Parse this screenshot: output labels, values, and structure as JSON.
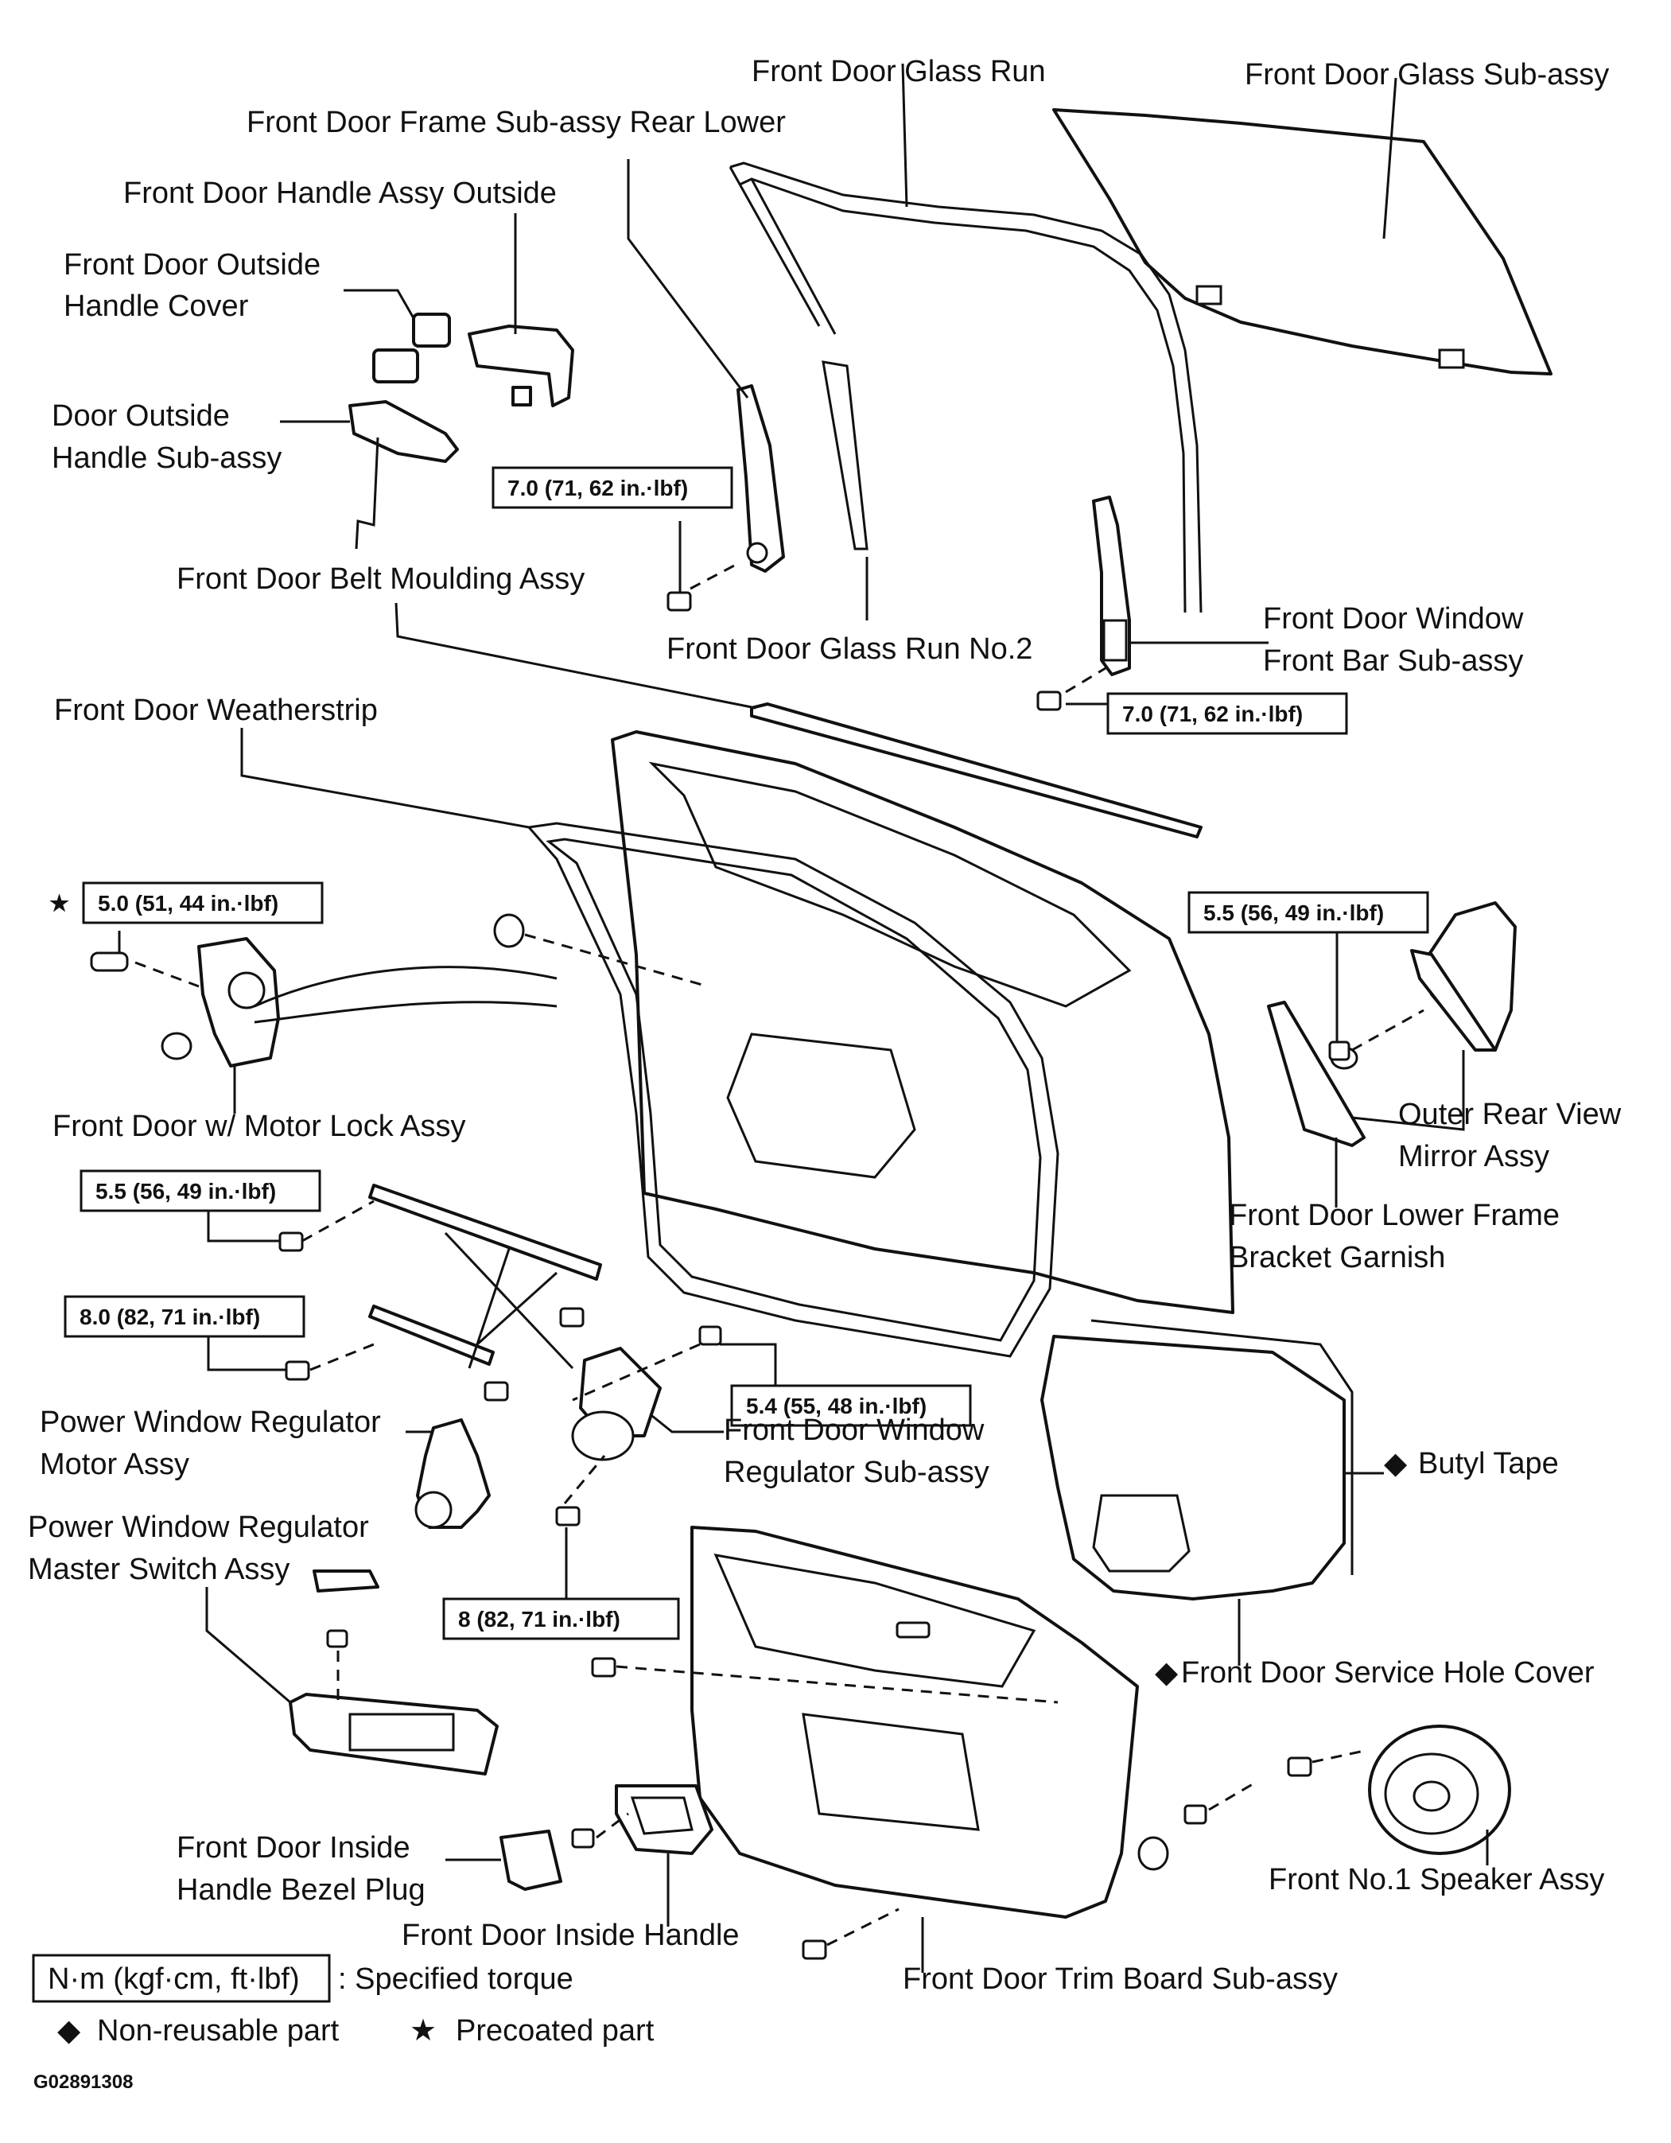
{
  "labels": {
    "front_door_glass_run": "Front Door Glass Run",
    "front_door_glass_sub_assy": "Front Door Glass  Sub-assy",
    "front_door_frame_rear_lower": "Front Door Frame Sub-assy Rear Lower",
    "front_door_handle_assy_outside": "Front Door Handle Assy Outside",
    "outside_handle_cover_1": "Front Door Outside",
    "outside_handle_cover_2": "Handle Cover",
    "door_outside_handle_1": "Door Outside",
    "door_outside_handle_2": "Handle  Sub-assy",
    "belt_moulding": "Front Door Belt Moulding Assy",
    "glass_run_no2": "Front Door Glass Run No.2",
    "window_front_bar_1": "Front Door Window",
    "window_front_bar_2": "Front Bar  Sub-assy",
    "weatherstrip": "Front Door Weatherstrip",
    "motor_lock": "Front Door w/ Motor Lock Assy",
    "mirror_1": "Outer Rear View",
    "mirror_2": "Mirror Assy",
    "lower_frame_garnish_1": "Front Door Lower Frame",
    "lower_frame_garnish_2": "Bracket Garnish",
    "regulator_motor_1": "Power Window Regulator",
    "regulator_motor_2": "Motor Assy",
    "window_regulator_1": "Front Door Window",
    "window_regulator_2": "Regulator  Sub-assy",
    "butyl_tape": "Butyl Tape",
    "master_switch_1": "Power Window Regulator",
    "master_switch_2": "Master Switch Assy",
    "service_hole_cover": "Front Door Service Hole Cover",
    "bezel_plug_1": "Front Door Inside",
    "bezel_plug_2": "Handle Bezel Plug",
    "inside_handle": "Front Door Inside Handle",
    "speaker": "Front No.1 Speaker Assy",
    "trim_board": "Front Door Trim Board Sub-assy"
  },
  "torques": {
    "glass_run_bolt": "7.0 (71, 62 in.·lbf)",
    "front_bar_bolt": "7.0 (71, 62 in.·lbf)",
    "lock_screw": "5.0 (51, 44 in.·lbf)",
    "mirror_nut": "5.5 (56, 49 in.·lbf)",
    "regulator_upper": "5.5 (56, 49 in.·lbf)",
    "regulator_lower": "8.0 (82, 71 in.·lbf)",
    "regulator_bolt": "5.4 (55, 48 in.·lbf)",
    "motor_bolt": "8 (82, 71 in.·lbf)"
  },
  "legend": {
    "torque_box": "N·m (kgf·cm, ft·lbf)",
    "torque_text": ": Specified torque",
    "non_reusable": "Non-reusable part",
    "precoated": "Precoated part",
    "diamond_symbol": "◆",
    "star_symbol": "★"
  },
  "figure_code": "G02891308"
}
